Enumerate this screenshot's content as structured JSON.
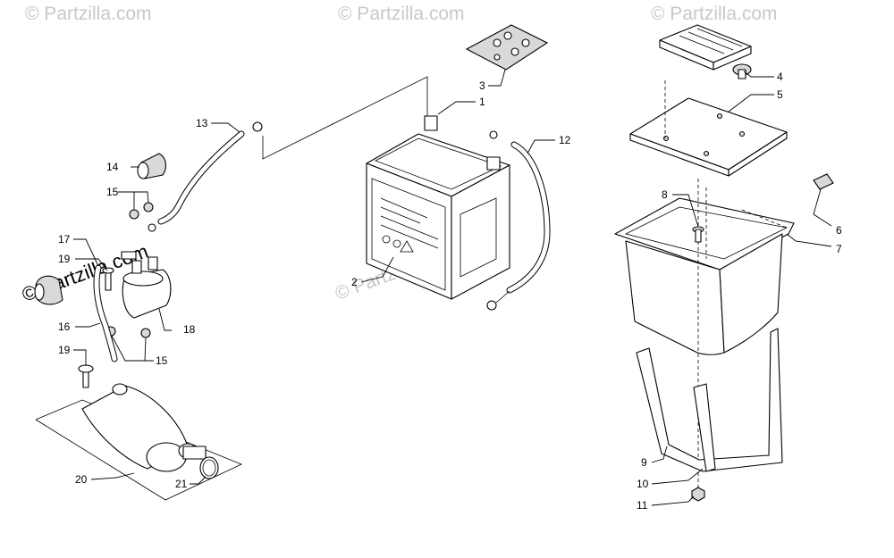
{
  "watermark": {
    "repeated_text": "© Partzilla.com",
    "logo_text": "© Partzilla.com"
  },
  "callouts": {
    "c1": "1",
    "c2": "2",
    "c3": "3",
    "c4": "4",
    "c5": "5",
    "c6": "6",
    "c7": "7",
    "c8": "8",
    "c9": "9",
    "c10": "10",
    "c11": "11",
    "c12": "12",
    "c13": "13",
    "c14": "14",
    "c15a": "15",
    "c15b": "15",
    "c16": "16",
    "c17": "17",
    "c18": "18",
    "c19a": "19",
    "c19b": "19",
    "c20": "20",
    "c21": "21"
  }
}
